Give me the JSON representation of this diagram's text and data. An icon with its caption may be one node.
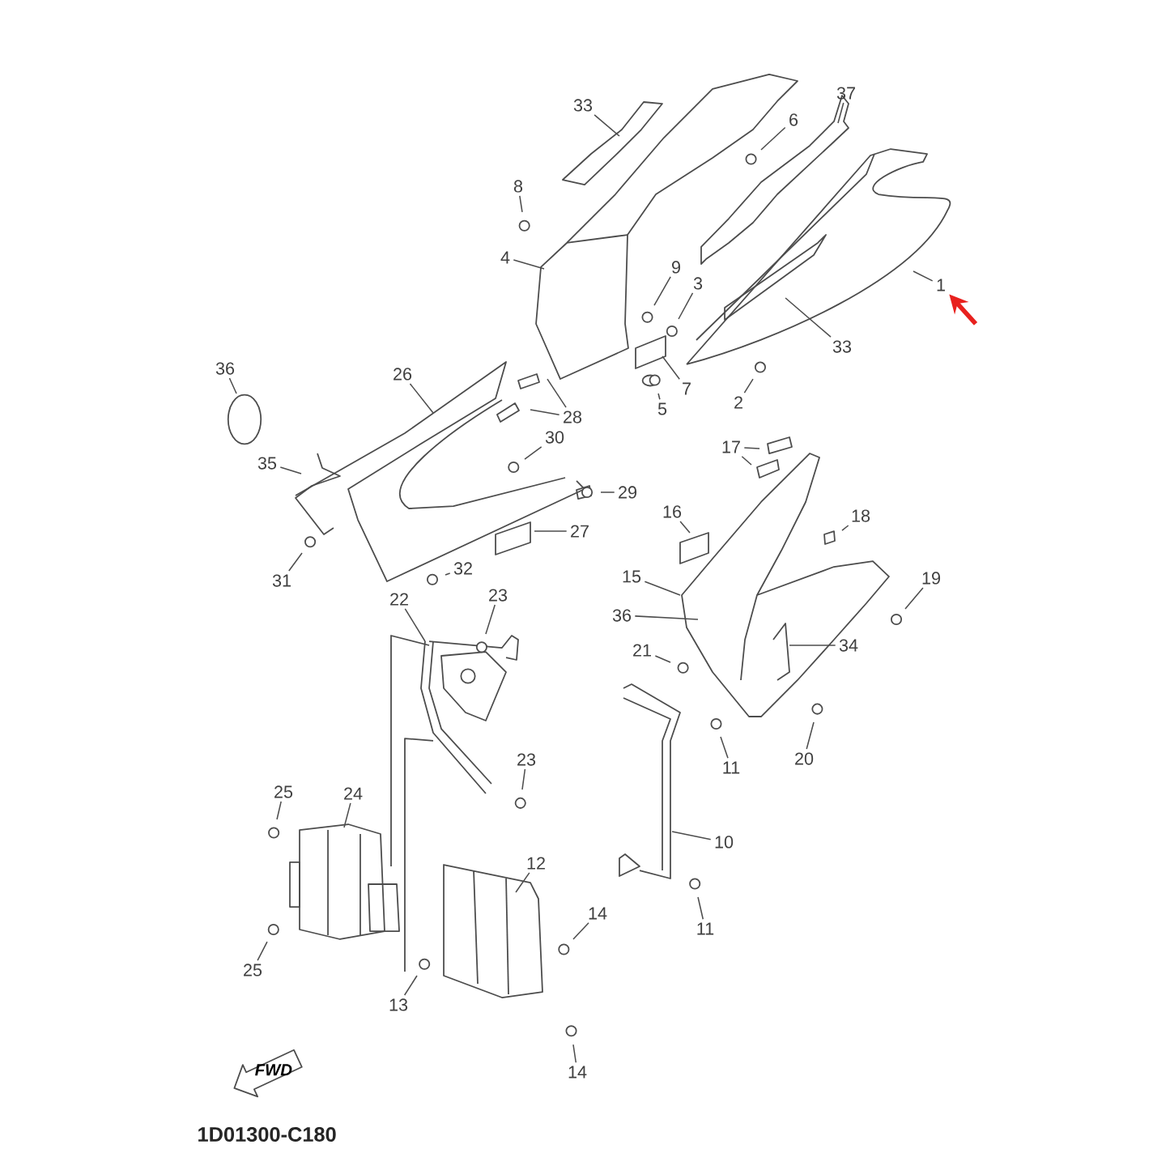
{
  "diagram": {
    "nodes": [
      {
        "text": [
          "33"
        ]
      },
      {
        "text": [
          "37"
        ]
      },
      {
        "text": [
          "6"
        ]
      },
      {
        "text": [
          "8"
        ]
      },
      {
        "text": [
          "4"
        ]
      },
      {
        "text": [
          "9"
        ]
      },
      {
        "text": [
          "3"
        ]
      },
      {
        "text": [
          "1"
        ]
      },
      {
        "text": [
          "33"
        ]
      },
      {
        "text": [
          "7"
        ]
      },
      {
        "text": [
          "5"
        ]
      },
      {
        "text": [
          "2"
        ]
      },
      {
        "text": [
          "36"
        ]
      },
      {
        "text": [
          "26"
        ]
      },
      {
        "text": [
          "28"
        ]
      },
      {
        "text": [
          "30"
        ]
      },
      {
        "text": [
          "35"
        ]
      },
      {
        "text": [
          "29"
        ]
      },
      {
        "text": [
          "27"
        ]
      },
      {
        "text": [
          "31"
        ]
      },
      {
        "text": [
          "32"
        ]
      },
      {
        "text": [
          "17"
        ]
      },
      {
        "text": [
          "16"
        ]
      },
      {
        "text": [
          "18"
        ]
      },
      {
        "text": [
          "15"
        ]
      },
      {
        "text": [
          "19"
        ]
      },
      {
        "text": [
          "36"
        ]
      },
      {
        "text": [
          "34"
        ]
      },
      {
        "text": [
          "21"
        ]
      },
      {
        "text": [
          "22"
        ]
      },
      {
        "text": [
          "23"
        ]
      },
      {
        "text": [
          "23"
        ]
      },
      {
        "text": [
          "11"
        ]
      },
      {
        "text": [
          "20"
        ]
      },
      {
        "text": [
          "10"
        ]
      },
      {
        "text": [
          "25"
        ]
      },
      {
        "text": [
          "24"
        ]
      },
      {
        "text": [
          "12"
        ]
      },
      {
        "text": [
          "14"
        ]
      },
      {
        "text": [
          "25"
        ]
      },
      {
        "text": [
          "11"
        ]
      },
      {
        "text": [
          "13"
        ]
      },
      {
        "text": [
          "14"
        ]
      }
    ],
    "edges": [
      {
        "from": 0,
        "to": null,
        "arrow": "none"
      },
      {
        "from": 1,
        "to": null,
        "arrow": "none"
      },
      {
        "from": 2,
        "to": null,
        "arrow": "none"
      },
      {
        "from": 3,
        "to": null,
        "arrow": "none"
      },
      {
        "from": 4,
        "to": null,
        "arrow": "none"
      },
      {
        "from": 5,
        "to": null,
        "arrow": "none"
      },
      {
        "from": 6,
        "to": null,
        "arrow": "none"
      },
      {
        "from": 7,
        "to": null,
        "arrow": "none"
      },
      {
        "from": 8,
        "to": null,
        "arrow": "none"
      },
      {
        "from": 9,
        "to": null,
        "arrow": "none"
      },
      {
        "from": 10,
        "to": null,
        "arrow": "none"
      },
      {
        "from": 11,
        "to": null,
        "arrow": "none"
      },
      {
        "from": 12,
        "to": null,
        "arrow": "none"
      },
      {
        "from": 13,
        "to": null,
        "arrow": "none"
      },
      {
        "from": 14,
        "to": null,
        "arrow": "none"
      },
      {
        "from": 14,
        "to": null,
        "arrow": "none"
      },
      {
        "from": 15,
        "to": null,
        "arrow": "none"
      },
      {
        "from": 16,
        "to": null,
        "arrow": "none"
      },
      {
        "from": 17,
        "to": null,
        "arrow": "none"
      },
      {
        "from": 18,
        "to": null,
        "arrow": "none"
      },
      {
        "from": 19,
        "to": null,
        "arrow": "none"
      },
      {
        "from": 20,
        "to": null,
        "arrow": "none"
      },
      {
        "from": 21,
        "to": null,
        "arrow": "none"
      },
      {
        "from": 21,
        "to": null,
        "arrow": "none"
      },
      {
        "from": 22,
        "to": null,
        "arrow": "none"
      },
      {
        "from": 23,
        "to": null,
        "arrow": "none"
      },
      {
        "from": 24,
        "to": null,
        "arrow": "none"
      },
      {
        "from": 25,
        "to": null,
        "arrow": "none"
      },
      {
        "from": 26,
        "to": null,
        "arrow": "none"
      },
      {
        "from": 27,
        "to": null,
        "arrow": "none"
      },
      {
        "from": 28,
        "to": null,
        "arrow": "none"
      },
      {
        "from": 29,
        "to": null,
        "arrow": "none"
      },
      {
        "from": 30,
        "to": null,
        "arrow": "none"
      },
      {
        "from": 31,
        "to": null,
        "arrow": "none"
      },
      {
        "from": 32,
        "to": null,
        "arrow": "none"
      },
      {
        "from": 33,
        "to": null,
        "arrow": "none"
      },
      {
        "from": 34,
        "to": null,
        "arrow": "none"
      },
      {
        "from": 35,
        "to": null,
        "arrow": "none"
      },
      {
        "from": 36,
        "to": null,
        "arrow": "none"
      },
      {
        "from": 37,
        "to": null,
        "arrow": "none"
      },
      {
        "from": 38,
        "to": null,
        "arrow": "none"
      },
      {
        "from": 39,
        "to": null,
        "arrow": "none"
      },
      {
        "from": 40,
        "to": null,
        "arrow": "none"
      },
      {
        "from": 41,
        "to": null,
        "arrow": "none"
      },
      {
        "from": 42,
        "to": null,
        "arrow": "none"
      },
      {
        "from": null,
        "to": 7,
        "arrow": "to",
        "style": "thick",
        "color": "#e8211e"
      }
    ],
    "labels": [
      "FWD",
      "1D01300-C180"
    ]
  }
}
